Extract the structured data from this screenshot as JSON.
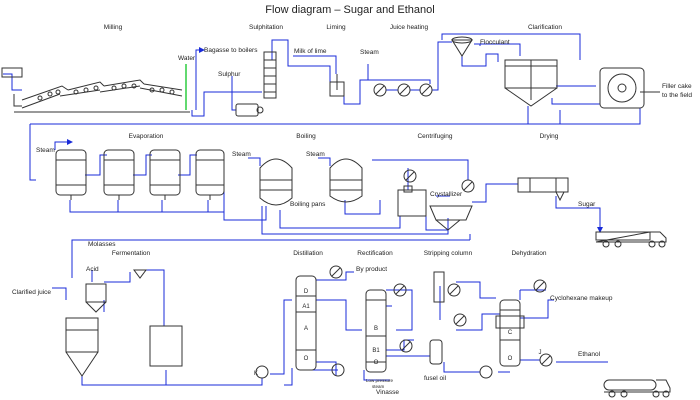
{
  "title": "Flow diagram – Sugar and Ethanol",
  "stages": {
    "milling": "Milling",
    "sulphitation": "Sulphitation",
    "liming": "Liming",
    "juice_heating": "Juice heating",
    "clarification": "Clarification",
    "evaporation": "Evaporation",
    "boiling": "Boiling",
    "centrifuging": "Centrifuging",
    "drying": "Drying",
    "fermentation": "Fermentation",
    "distillation": "Distillation",
    "rectification": "Rectification",
    "stripping_column": "Stripping column",
    "dehydration": "Dehydration"
  },
  "labels": {
    "water": "Water",
    "bagasse": "Bagasse to boilers",
    "sulphur": "Sulphur",
    "milk_of_lime": "Milk of lime",
    "steam": "Steam",
    "flocculant": "Flocculant",
    "filter_cake_1": "Filler cake",
    "filter_cake_2": "to the field",
    "boiling_pans": "Boiling pans",
    "crystallizer": "Crystallizer",
    "sugar": "Sugar",
    "molasses": "Molasses",
    "acid": "Acid",
    "clarified_juice": "Clarified juice",
    "by_product": "By product",
    "cyclohexane": "Cyclohexane makeup",
    "ethanol": "Ethanol",
    "fusel_oil": "fusel oil",
    "low_pressure_1": "Low pressure",
    "low_pressure_2": "steam",
    "vinasse": "Vinasse"
  },
  "column_letters": {
    "d": "D",
    "a1": "A1",
    "a": "A",
    "o": "O",
    "b": "B",
    "b1": "B1",
    "c": "C",
    "k": "K",
    "j": "J"
  },
  "colors": {
    "pipe": "#1a2bd8",
    "outline": "#333333",
    "water_pipe": "#2ecc40"
  }
}
